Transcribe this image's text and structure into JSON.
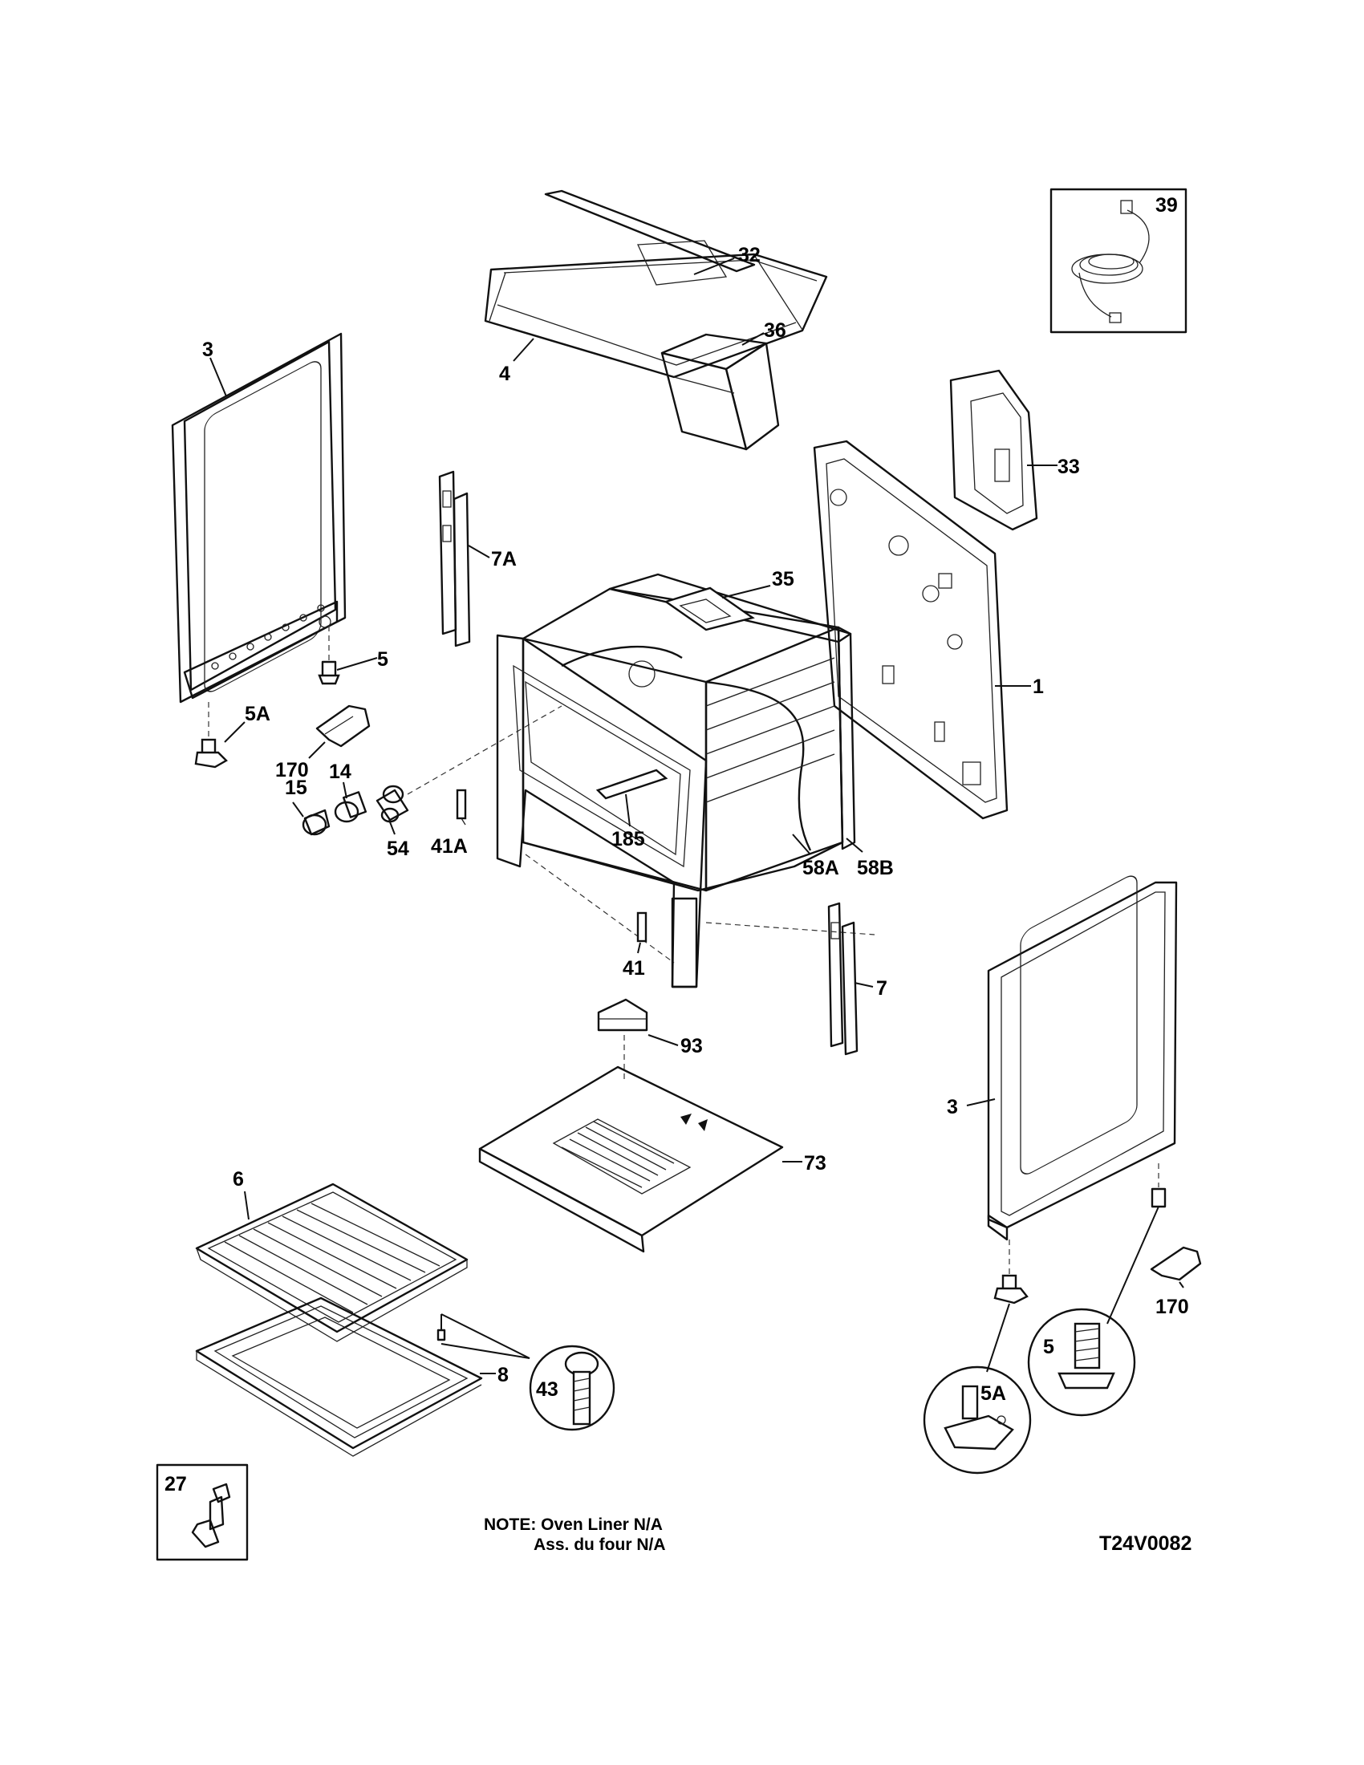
{
  "diagram": {
    "code": "T24V0082",
    "note": {
      "line1": "NOTE: Oven Liner N/A",
      "line2": "Ass. du four N/A"
    },
    "labels": {
      "l32": "32",
      "l4": "4",
      "l39": "39",
      "l3_left": "3",
      "l36": "36",
      "l33": "33",
      "l7a": "7A",
      "l35": "35",
      "l1": "1",
      "l5_top": "5",
      "l5a_top": "5A",
      "l170_top": "170",
      "l14": "14",
      "l15": "15",
      "l54": "54",
      "l41a": "41A",
      "l185": "185",
      "l58a": "58A",
      "l58b": "58B",
      "l41": "41",
      "l7": "7",
      "l93": "93",
      "l73": "73",
      "l3_right": "3",
      "l6": "6",
      "l8": "8",
      "l43": "43",
      "l170_bottom": "170",
      "l5_circle": "5",
      "l5a_circle": "5A",
      "l27": "27"
    }
  }
}
